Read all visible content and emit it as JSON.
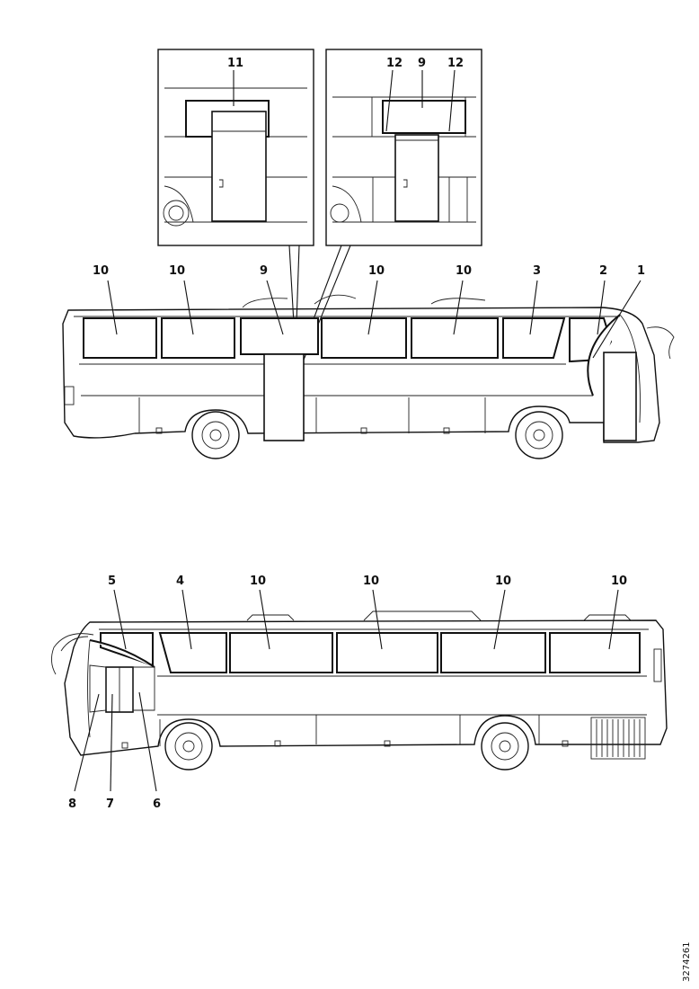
{
  "callouts": {
    "detail_left": {
      "l11": "11"
    },
    "detail_right": {
      "l12a": "12",
      "l9": "9",
      "l12b": "12"
    },
    "top_view": {
      "c10a": "10",
      "c10b": "10",
      "c9": "9",
      "c10c": "10",
      "c10d": "10",
      "c3": "3",
      "c2": "2",
      "c1": "1"
    },
    "bottom_view": {
      "c5": "5",
      "c4": "4",
      "c10a": "10",
      "c10b": "10",
      "c10c": "10",
      "c10d": "10",
      "c8": "8",
      "c7": "7",
      "c6": "6"
    }
  },
  "reference_code": "3274261"
}
